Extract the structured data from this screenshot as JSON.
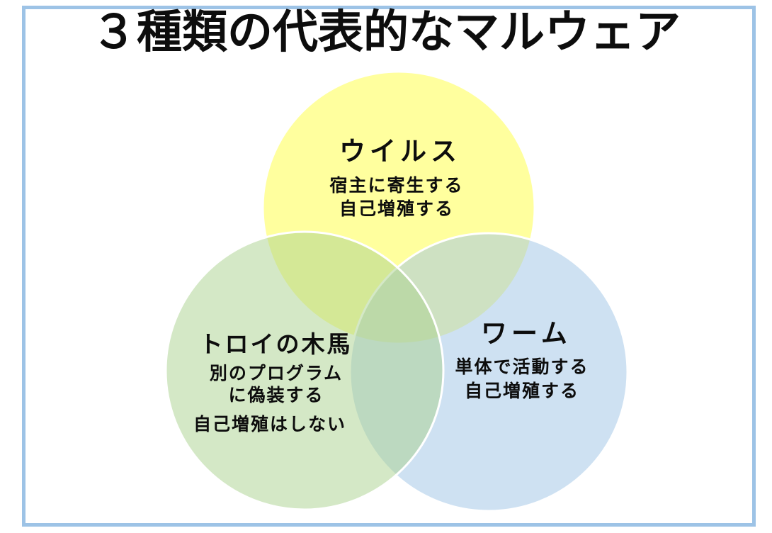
{
  "page": {
    "title": "３種類の代表的なマルウェア",
    "border_color": "#9DC3E6",
    "background_color": "#FFFFFF",
    "text_color": "#0D0D0D"
  },
  "diagram": {
    "type": "venn",
    "circles": [
      {
        "id": "virus",
        "position": "top",
        "label": "ウイルス",
        "lines": [
          "宿主に寄生する",
          "自己増殖する"
        ],
        "fill": "#FFFF00",
        "rendered_color": "#FCFC9E"
      },
      {
        "id": "trojan",
        "position": "bottom-left",
        "label": "トロイの木馬",
        "lines": [
          "別のプログラム",
          "に偽装する",
          "自己増殖はしない"
        ],
        "fill": "#A9D18E",
        "rendered_color": "#D5E7C7"
      },
      {
        "id": "worm",
        "position": "bottom-right",
        "label": "ワーム",
        "lines": [
          "単体で活動する",
          "自己増殖する"
        ],
        "fill": "#9DC3E6",
        "rendered_color": "#CADCF0"
      }
    ]
  }
}
